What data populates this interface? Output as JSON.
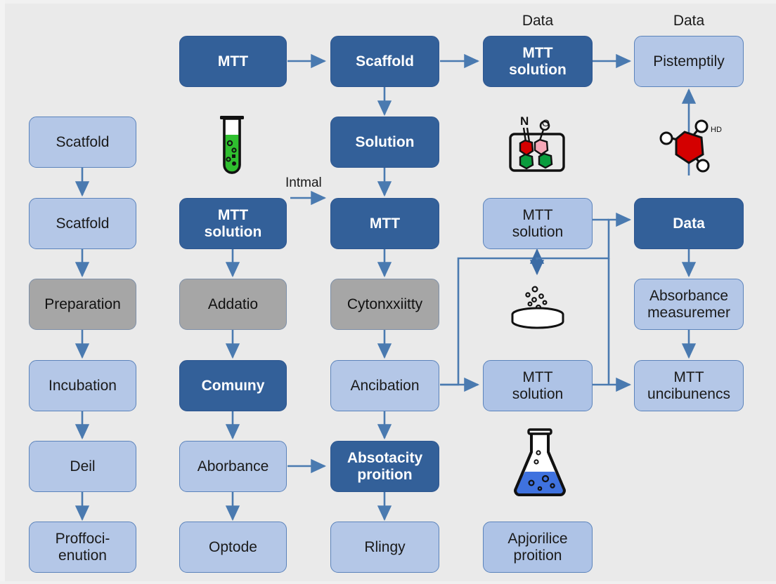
{
  "diagram": {
    "title_captions": [
      {
        "id": "cap-data-1",
        "text": "Data"
      },
      {
        "id": "cap-data-2",
        "text": "Data"
      }
    ],
    "edge_labels": [
      {
        "id": "edge-intmal",
        "text": "Intmal"
      }
    ],
    "colors": {
      "background": "#eaeaea",
      "node_dark": "#336099",
      "node_light": "#b4c7e7",
      "node_grey": "#a6a6a6",
      "connector": "#4a7ab0",
      "text_light": "#ffffff",
      "text_dark": "#1a1a1a"
    },
    "columns": {
      "col1": {
        "name": "scaffold-preparation-column",
        "nodes": [
          {
            "id": "c1n1",
            "label": "Scatfold",
            "style": "light"
          },
          {
            "id": "c1n2",
            "label": "Scatfold",
            "style": "light"
          },
          {
            "id": "c1n3",
            "label": "Preparation",
            "style": "grey"
          },
          {
            "id": "c1n4",
            "label": "Incubation",
            "style": "light"
          },
          {
            "id": "c1n5",
            "label": "Deil",
            "style": "light"
          },
          {
            "id": "c1n6",
            "label": "Proffoci-\nenution",
            "style": "light"
          }
        ]
      },
      "col2": {
        "name": "mtt-addition-column",
        "nodes": [
          {
            "id": "c2n0",
            "label": "MTT",
            "style": "dark"
          },
          {
            "id": "c2n1",
            "label": "MTT\nsolution",
            "style": "dark"
          },
          {
            "id": "c2n2",
            "label": "Addatio",
            "style": "grey"
          },
          {
            "id": "c2n3",
            "label": "Comuıny",
            "style": "dark"
          },
          {
            "id": "c2n4",
            "label": "Aborbance",
            "style": "light"
          },
          {
            "id": "c2n5",
            "label": "Optode",
            "style": "light"
          }
        ]
      },
      "col3": {
        "name": "cytotoxicity-column",
        "nodes": [
          {
            "id": "c3n0",
            "label": "Scaffold",
            "style": "dark"
          },
          {
            "id": "c3n1",
            "label": "Solution",
            "style": "dark"
          },
          {
            "id": "c3n2",
            "label": "MTT",
            "style": "dark"
          },
          {
            "id": "c3n3",
            "label": "Cytonxxiitty",
            "style": "grey"
          },
          {
            "id": "c3n4",
            "label": "Ancibation",
            "style": "light"
          },
          {
            "id": "c3n5",
            "label": "Absotacity\nproition",
            "style": "dark"
          },
          {
            "id": "c3n6",
            "label": "Rlingy",
            "style": "light"
          }
        ]
      },
      "col4": {
        "name": "mtt-solution-column",
        "nodes": [
          {
            "id": "c4n0",
            "label": "MTT\nsolution",
            "style": "dark"
          },
          {
            "id": "c4n1",
            "label": "MTT\nsolution",
            "style": "light2"
          },
          {
            "id": "c4n2",
            "label": "MTT\nsolution",
            "style": "light2"
          },
          {
            "id": "c4n3",
            "label": "Apjorilice\nproition",
            "style": "light2"
          }
        ]
      },
      "col5": {
        "name": "data-measurement-column",
        "nodes": [
          {
            "id": "c5n0",
            "label": "Pistemptily",
            "style": "light"
          },
          {
            "id": "c5n1",
            "label": "Data",
            "style": "dark"
          },
          {
            "id": "c5n2",
            "label": "Absorbance\nmeasuremer",
            "style": "light"
          },
          {
            "id": "c5n3",
            "label": "MTT\nuncibunencs",
            "style": "light"
          }
        ]
      }
    },
    "icons": [
      {
        "id": "icon-test-tube",
        "name": "test-tube-icon",
        "fill": "#27b427"
      },
      {
        "id": "icon-molecule-box",
        "name": "molecule-structure-icon",
        "fill": "#d40000"
      },
      {
        "id": "icon-molecule-red",
        "name": "red-molecule-icon",
        "fill": "#d40000",
        "label": "HD",
        "atom_n": "N",
        "atom_o": "O"
      },
      {
        "id": "icon-petri-dish",
        "name": "petri-dish-icon",
        "fill": "#ffffff"
      },
      {
        "id": "icon-flask",
        "name": "erlenmeyer-flask-icon",
        "fill": "#3f72df"
      }
    ]
  }
}
